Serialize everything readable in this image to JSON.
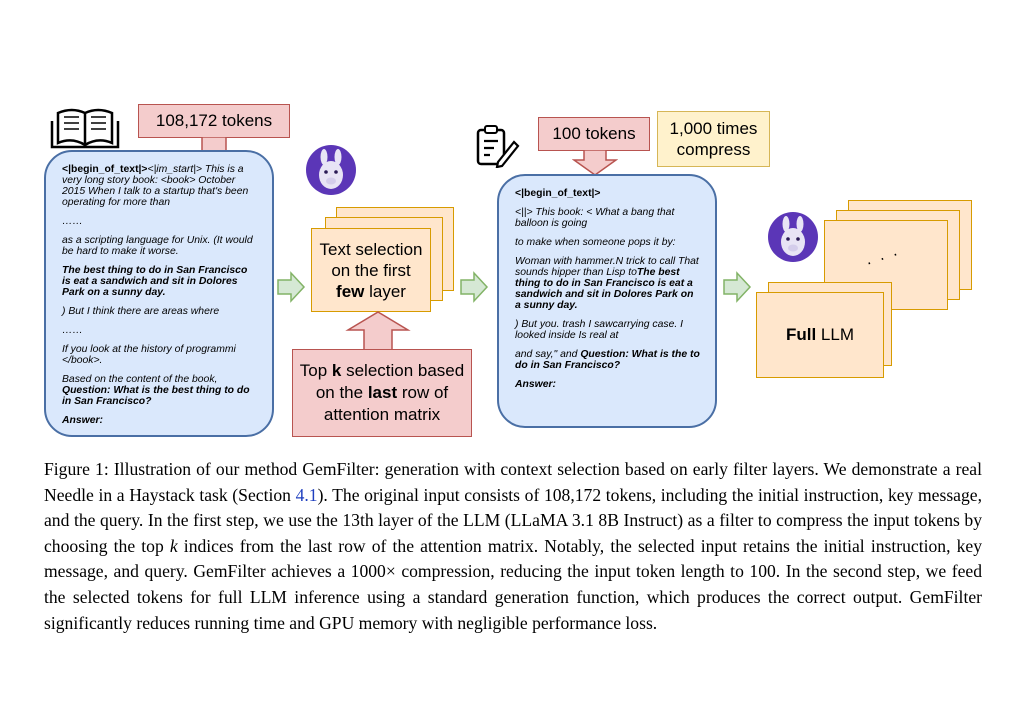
{
  "left_panel": {
    "tokens_label": "108,172 tokens",
    "lines": [
      {
        "b": "<|begin_of_text|>",
        "t": "<|im_start|> This is a very long story book: <book> October 2015 When I talk to a startup that's been operating for more than"
      },
      {
        "t": "……"
      },
      {
        "t": "as a scripting language for Unix. (It would be hard to make it worse."
      },
      {
        "key": "The best thing to do in San Francisco is eat a sandwich and sit in Dolores Park on a sunny day."
      },
      {
        "t": ") But I think there are areas where"
      },
      {
        "t": "……"
      },
      {
        "t": "If you look at the history of programmi </book>."
      },
      {
        "t": "Based on the content of the book,",
        "q": "Question: What is the best thing to do in San Francisco?"
      },
      {
        "a": "Answer:"
      }
    ]
  },
  "filter": {
    "text_line1": "Text selection",
    "text_line2": "on the first",
    "text_bold": "few",
    "text_line3_rest": " layer",
    "topk_pre": "Top ",
    "topk_k": "k",
    "topk_mid": " selection based",
    "topk_line2_pre": "on the ",
    "topk_last": "last",
    "topk_line2_post": " row of",
    "topk_line3": "attention matrix"
  },
  "right_panel": {
    "tokens_label": "100 tokens",
    "compress_line1": "1,000 times",
    "compress_line2": "compress",
    "begin": "<|begin_of_text|>",
    "p1": "<||> This book: < What a bang that balloon is going",
    "p2": "to make when someone pops it by:",
    "p3_pre": "Woman with hammer.N trick to call That sounds hipper than Lisp to",
    "p3_key": "The best thing to do in San Francisco is eat a sandwich and sit in Dolores Park on a sunny day.",
    "p4": ") But you. trash I sawcarrying case. I looked inside Is real at",
    "p5_pre": "and say,\" and ",
    "p5_q": "Question: What is the to do in San Francisco?",
    "answer": "Answer:"
  },
  "full_llm": {
    "bold": "Full",
    "rest": " LLM",
    "dots": "· · ·"
  },
  "caption": {
    "before_ref": "Figure 1: Illustration of our method GemFilter: generation with context selection based on early filter layers. We demonstrate a real Needle in a Haystack task (Section ",
    "ref": "4.1",
    "after_ref_1": "). The original input consists of 108,172 tokens, including the initial instruction, key message, and the query. In the first step, we use the 13th layer of the LLM (LLaMA 3.1 8B Instruct) as a filter to compress the input tokens by choosing the top ",
    "k": "k",
    "after_k": " indices from the last row of the attention matrix. Notably, the selected input retains the initial instruction, key message, and query. GemFilter achieves a 1000× compression, reducing the input token length to 100. In the second step, we feed the selected tokens for full LLM inference using a standard generation function, which produces the correct output. GemFilter significantly reduces running time and GPU memory with negligible performance loss."
  }
}
